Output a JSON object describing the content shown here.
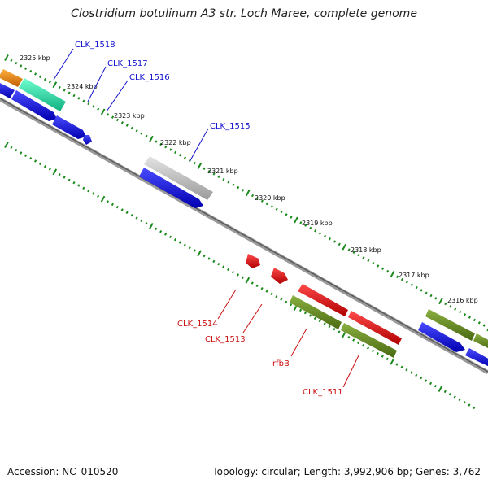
{
  "title": "Clostridium botulinum A3 str. Loch Maree, complete genome",
  "footer": {
    "accession": "Accession: NC_010520",
    "summary": "Topology: circular; Length: 3,992,906 bp; Genes: 3,762"
  },
  "ruler_ticks": [
    "2325 kbp",
    "2324 kbp",
    "2323 kbp",
    "2322 kbp",
    "2321 kbp",
    "2320 kbp",
    "2319 kbp",
    "2318 kbp",
    "2317 kbp",
    "2316 kbp"
  ],
  "gene_labels": [
    {
      "text": "CLK_1518",
      "color": "#1010cc"
    },
    {
      "text": "CLK_1517",
      "color": "#1010cc"
    },
    {
      "text": "CLK_1516",
      "color": "#1010cc"
    },
    {
      "text": "CLK_1515",
      "color": "#1010cc"
    },
    {
      "text": "CLK_1514",
      "color": "#cc1010"
    },
    {
      "text": "CLK_1513",
      "color": "#cc1010"
    },
    {
      "text": "rfbB",
      "color": "#cc1010"
    },
    {
      "text": "CLK_1511",
      "color": "#cc1010"
    }
  ],
  "colors": {
    "backbone": "#7a7a7a",
    "tick": "#1a8a1a",
    "blue": "#0c0cee",
    "red": "#ee0c0c",
    "olive": "#6b8e23",
    "orange": "#f08a10",
    "teal": "#30e0a0",
    "grey_feature": "#c4c4c4"
  }
}
